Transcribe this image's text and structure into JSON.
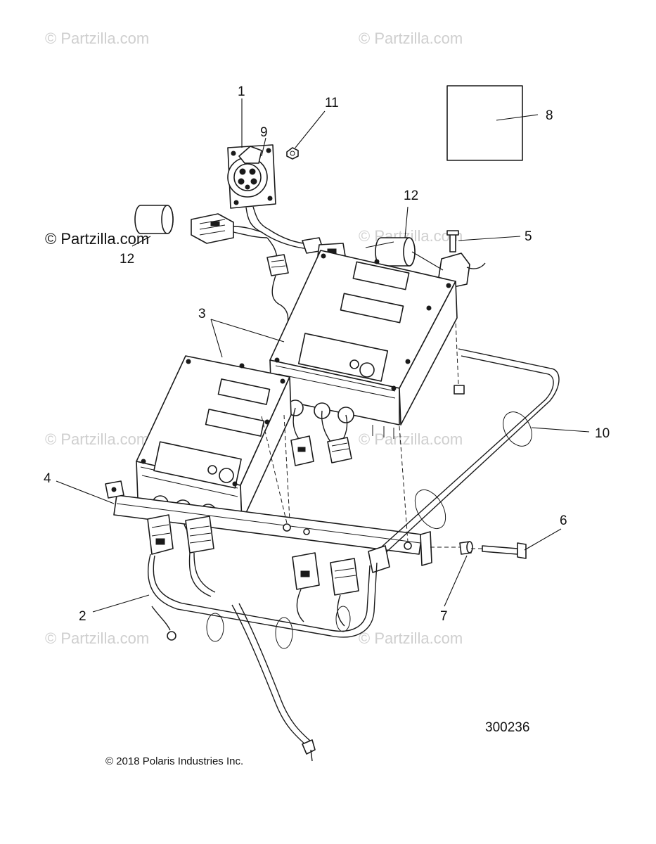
{
  "watermark": {
    "text": "© Partzilla.com",
    "faint_color": "#cfcfcf"
  },
  "copyright": "© 2018 Polaris Industries Inc.",
  "diagram_ref": "300236",
  "callouts": {
    "c1": "1",
    "c2": "2",
    "c3": "3",
    "c4": "4",
    "c5": "5",
    "c6": "6",
    "c7": "7",
    "c8": "8",
    "c9": "9",
    "c10": "10",
    "c11": "11",
    "c12a": "12",
    "c12b": "12"
  }
}
